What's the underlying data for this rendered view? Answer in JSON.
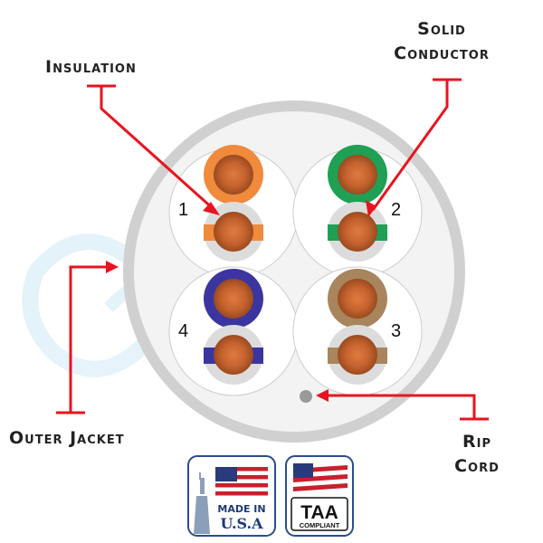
{
  "labels": {
    "insulation": "Insulation",
    "solid_conductor_line1": "Solid",
    "solid_conductor_line2": "Conductor",
    "outer_jacket": "Outer Jacket",
    "rip_cord_line1": "Rip",
    "rip_cord_line2": "Cord"
  },
  "pairs": [
    {
      "number": "1",
      "color": "#f08a3c"
    },
    {
      "number": "2",
      "color": "#1fa055"
    },
    {
      "number": "3",
      "color": "#a8855d"
    },
    {
      "number": "4",
      "color": "#3b35a0"
    }
  ],
  "badges": {
    "made_in_usa_line1": "MADE IN",
    "made_in_usa_line2": "U.S.A",
    "taa_line1": "TAA",
    "taa_line2": "COMPLIANT"
  },
  "colors": {
    "callout": "#e8141f",
    "copper": "#c4622e",
    "jacket": "#d0d0d0",
    "label_text": "#222222"
  }
}
